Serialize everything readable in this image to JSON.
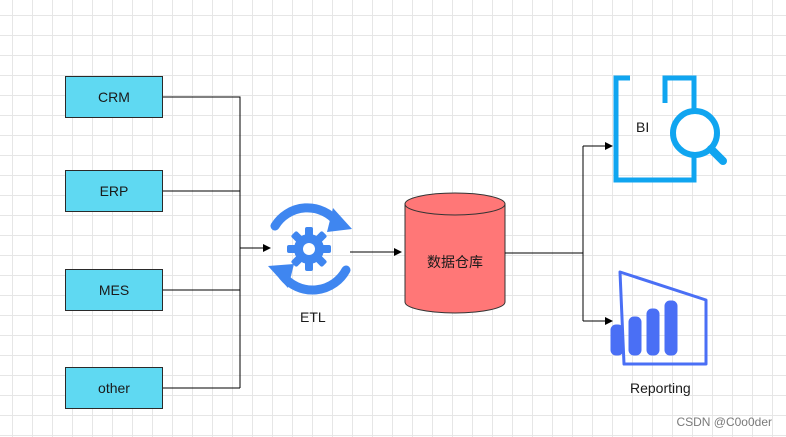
{
  "sources": [
    {
      "label": "CRM"
    },
    {
      "label": "ERP"
    },
    {
      "label": "MES"
    },
    {
      "label": "other"
    }
  ],
  "etl": {
    "label": "ETL",
    "icon": "sync-gear-icon"
  },
  "warehouse": {
    "label": "数据仓库",
    "color": "#ff7777"
  },
  "outputs": {
    "bi": {
      "label": "BI",
      "icon": "magnifier-icon",
      "color": "#10a5f0"
    },
    "reporting": {
      "label": "Reporting",
      "icon": "power-bi-icon",
      "color": "#4a6ff5"
    }
  },
  "colors": {
    "source_fill": "#5fd9f2",
    "etl_icon": "#3f86f0"
  },
  "watermark": "CSDN @C0o0der"
}
